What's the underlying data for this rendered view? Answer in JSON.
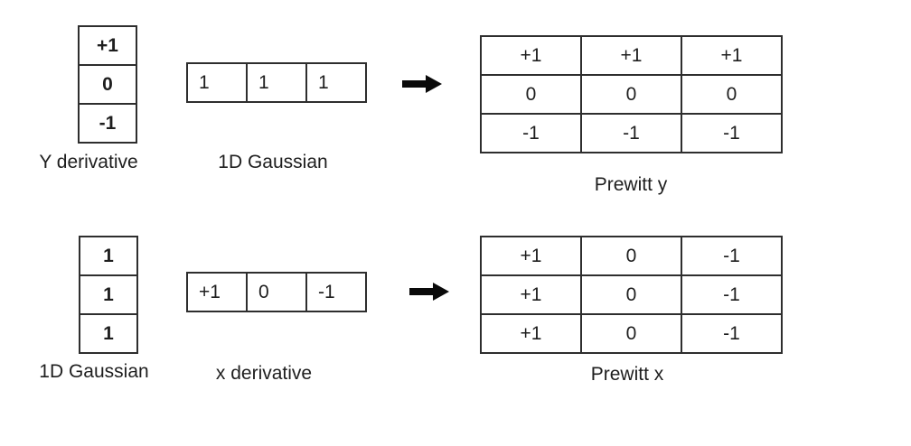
{
  "page": {
    "background_color": "#ffffff",
    "text_color": "#1e1e1e",
    "border_color": "#2e2e2e",
    "arrow_color": "#0a0a0a"
  },
  "top": {
    "column_vector": {
      "values": [
        "+1",
        "0",
        "-1"
      ],
      "label": "Y derivative"
    },
    "row_vector": {
      "values": [
        "1",
        "1",
        "1"
      ],
      "label": "1D Gaussian"
    },
    "arrow": "right-arrow",
    "matrix": {
      "rows": [
        [
          "+1",
          "+1",
          "+1"
        ],
        [
          "0",
          "0",
          "0"
        ],
        [
          "-1",
          "-1",
          "-1"
        ]
      ],
      "label": "Prewitt y"
    }
  },
  "bottom": {
    "column_vector": {
      "values": [
        "1",
        "1",
        "1"
      ],
      "label": "1D Gaussian"
    },
    "row_vector": {
      "values": [
        "+1",
        "0",
        "-1"
      ],
      "label": "x derivative"
    },
    "arrow": "right-arrow",
    "matrix": {
      "rows": [
        [
          "+1",
          "0",
          "-1"
        ],
        [
          "+1",
          "0",
          "-1"
        ],
        [
          "+1",
          "0",
          "-1"
        ]
      ],
      "label": "Prewitt x"
    }
  }
}
